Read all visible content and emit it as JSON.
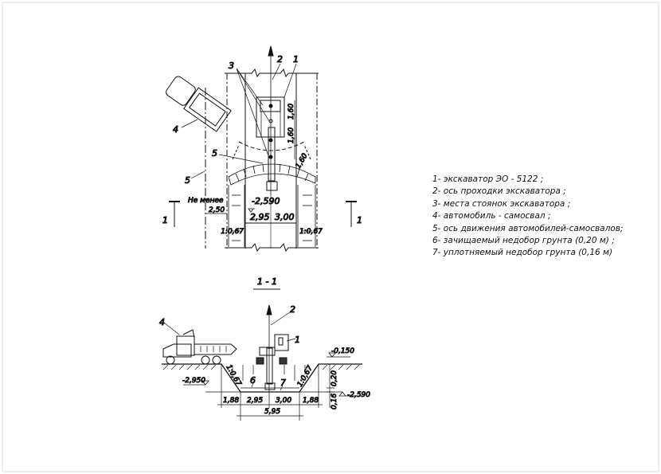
{
  "legend": [
    "1- экскаватор ЭО - 5122 ;",
    "2- ось проходки экскаватора ;",
    "3- места стоянок экскаватора ;",
    "4- автомобиль - самосвал ;",
    "5- ось движения автомобилей-самосвалов;",
    "6- зачищаемый недобор грунта (0,20 м) ;",
    "7- уплотняемый недобор грунта (0,16 м)"
  ],
  "plan": {
    "callouts": {
      "excavator": "1",
      "axis": "2",
      "stops": "3",
      "truck": "4",
      "truck_axis_a": "5",
      "truck_axis_b": "5"
    },
    "section_mark_left": "1",
    "section_mark_right": "1",
    "min_label": "Не менее",
    "min_distance": "2,50",
    "level": "-2,590",
    "slope_left": "1:0,67",
    "slope_right": "1:0,67",
    "width_left": "2,95",
    "width_right": "3,00",
    "step_1": "1,60",
    "step_2": "1,60",
    "step_3": "1,60"
  },
  "section": {
    "title": "1 - 1",
    "callouts": {
      "truck": "4",
      "axis": "2",
      "excavator": "1",
      "cleanup": "6",
      "compacted": "7"
    },
    "level_top": "-0,150",
    "level_left": "-2,950",
    "level_right": "-2,590",
    "slope_left": "1:0,67",
    "slope_right": "1:0,67",
    "depth_cleanup": "0,20",
    "depth_compacted": "0,16",
    "dims_bottom": [
      "1,88",
      "2,95",
      "3,00",
      "1,88"
    ],
    "dim_total": "5,95"
  }
}
